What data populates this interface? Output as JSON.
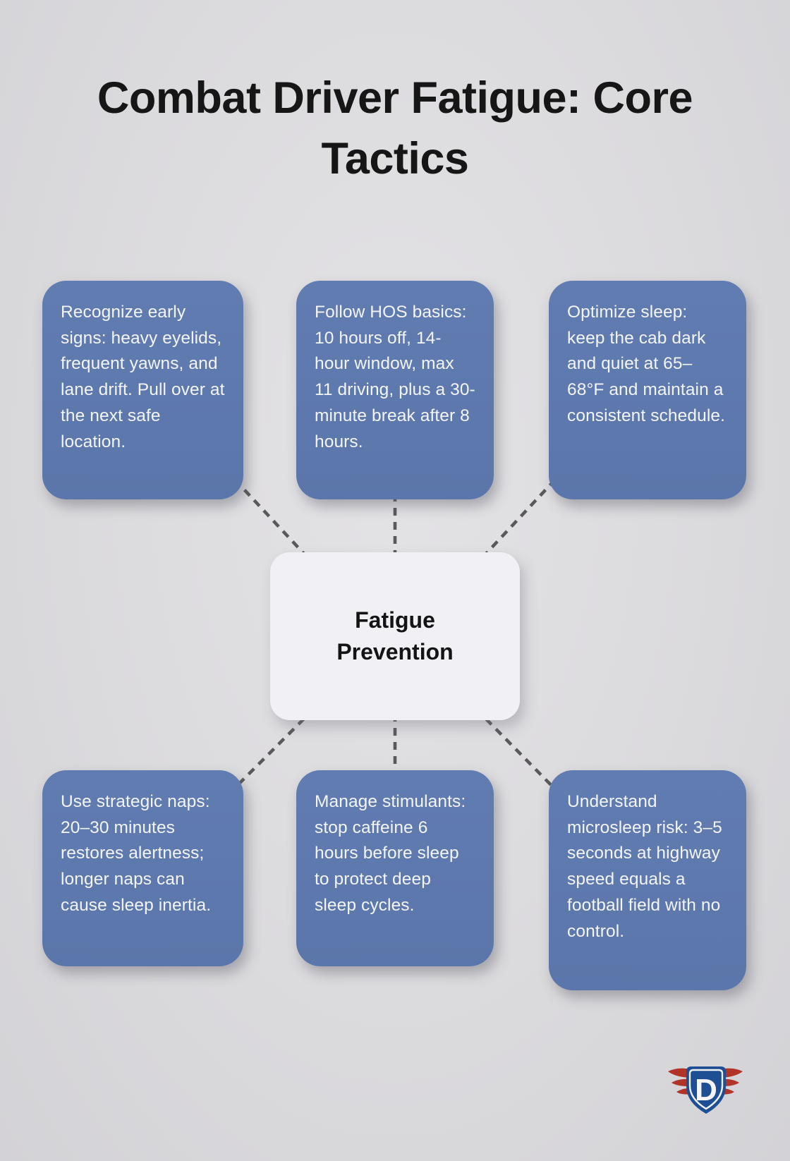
{
  "page": {
    "title_line1": "Combat Driver Fatigue: Core",
    "title_line2": "Tactics"
  },
  "center_node": {
    "line1": "Fatigue",
    "line2": "Prevention"
  },
  "cards": [
    {
      "position": "top-left",
      "text": "Recognize early signs: heavy eyelids, frequent yawns, and lane drift. Pull over at the next safe location."
    },
    {
      "position": "top-middle",
      "text": "Follow HOS basics: 10 hours off, 14-hour window, max 11 driving, plus a 30-minute break after 8 hours."
    },
    {
      "position": "top-right",
      "text": "Optimize sleep: keep the cab dark and quiet at 65–68°F and maintain a consistent schedule."
    },
    {
      "position": "bottom-left",
      "text": "Use strategic naps: 20–30 minutes restores alertness; longer naps can cause sleep inertia."
    },
    {
      "position": "bottom-middle",
      "text": "Manage stimulants: stop caffeine 6 hours before sleep to protect deep sleep cycles."
    },
    {
      "position": "bottom-right",
      "text": "Understand microsleep risk: 3–5 seconds at highway speed equals a football field with no control."
    }
  ],
  "logo": {
    "letter": "D",
    "shield_color": "#1e4f94",
    "wing_color": "#b03428"
  },
  "colors": {
    "background": "#dbdadd",
    "card_blue": "#5d78ac",
    "card_text": "#f3f5f9",
    "center_bg": "#f1f1f5",
    "connector": "#59595b",
    "title": "#161616"
  }
}
